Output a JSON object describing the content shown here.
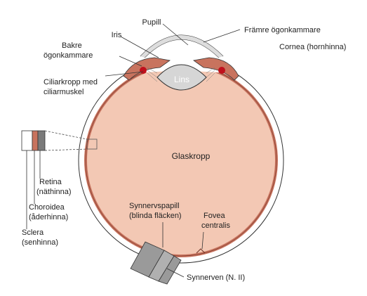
{
  "colors": {
    "sclera": "#ffffff",
    "choroid": "#c8735e",
    "retina_vitreous": "#f3c8b4",
    "lens": "#d6d6d6",
    "optic_nerve": "#9a9a9a",
    "ciliary_dot": "#c0101c",
    "outline": "#333333"
  },
  "labels": {
    "pupil": "Pupill",
    "iris": "Iris",
    "anterior_chamber": "Främre ögonkammare",
    "cornea": "Cornea (hornhinna)",
    "posterior_chamber_line1": "Bakre",
    "posterior_chamber_line2": "ögonkammare",
    "ciliary_body_line1": "Ciliarkropp med",
    "ciliary_body_line2": "ciliarmuskel",
    "lens": "Lins",
    "vitreous": "Glaskropp",
    "retina_line1": "Retina",
    "retina_line2": "(näthinna)",
    "choroid_line1": "Choroidea",
    "choroid_line2": "(åderhinna)",
    "sclera_line1": "Sclera",
    "sclera_line2": "(senhinna)",
    "optic_disc_line1": "Synnervspapill",
    "optic_disc_line2": "(blinda fläcken)",
    "fovea_line1": "Fovea",
    "fovea_line2": "centralis",
    "optic_nerve": "Synnerven (N. II)"
  }
}
